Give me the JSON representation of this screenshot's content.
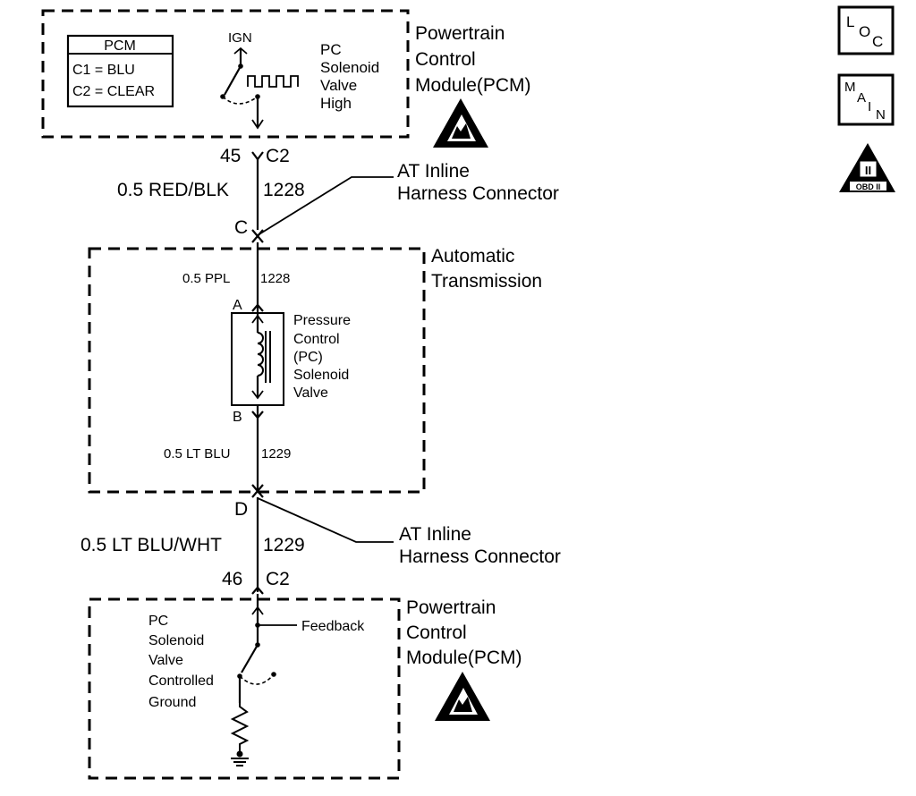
{
  "top_pcm": {
    "title": "Powertrain",
    "title_l2": "Control",
    "title_l3": "Module(PCM)",
    "legend_title": "PCM",
    "legend_c1": "C1 = BLU",
    "legend_c2": "C2 = CLEAR",
    "ign_label": "IGN",
    "valve_l1": "PC",
    "valve_l2": "Solenoid",
    "valve_l3": "Valve",
    "valve_l4": "High"
  },
  "connector_top": {
    "pin": "45",
    "name": "C2",
    "wire_label": "0.5 RED/BLK",
    "circuit": "1228",
    "inline_letter": "C",
    "inline_l1": "AT Inline",
    "inline_l2": "Harness Connector"
  },
  "transmission": {
    "title": "Automatic",
    "title_l2": "Transmission",
    "wire_upper": "0.5 PPL",
    "circuit_upper": "1228",
    "pin_a": "A",
    "pin_b": "B",
    "solenoid_l1": "Pressure",
    "solenoid_l2": "Control",
    "solenoid_l3": "(PC)",
    "solenoid_l4": "Solenoid",
    "solenoid_l5": "Valve",
    "wire_lower": "0.5 LT BLU",
    "circuit_lower": "1229"
  },
  "connector_bottom": {
    "inline_letter": "D",
    "inline_l1": "AT Inline",
    "inline_l2": "Harness Connector",
    "wire_label": "0.5 LT BLU/WHT",
    "circuit": "1229",
    "pin": "46",
    "name": "C2"
  },
  "bottom_pcm": {
    "title": "Powertrain",
    "title_l2": "Control",
    "title_l3": "Module(PCM)",
    "feedback": "Feedback",
    "ground_l1": "PC",
    "ground_l2": "Solenoid",
    "ground_l3": "Valve",
    "ground_l4": "Controlled",
    "ground_l5": "Ground"
  },
  "side_icons": {
    "loc_l": "L",
    "loc_o": "O",
    "loc_c": "C",
    "main_m": "M",
    "main_a": "A",
    "main_i": "I",
    "main_n": "N",
    "obd_roman": "II",
    "obd_text": "OBD II"
  }
}
